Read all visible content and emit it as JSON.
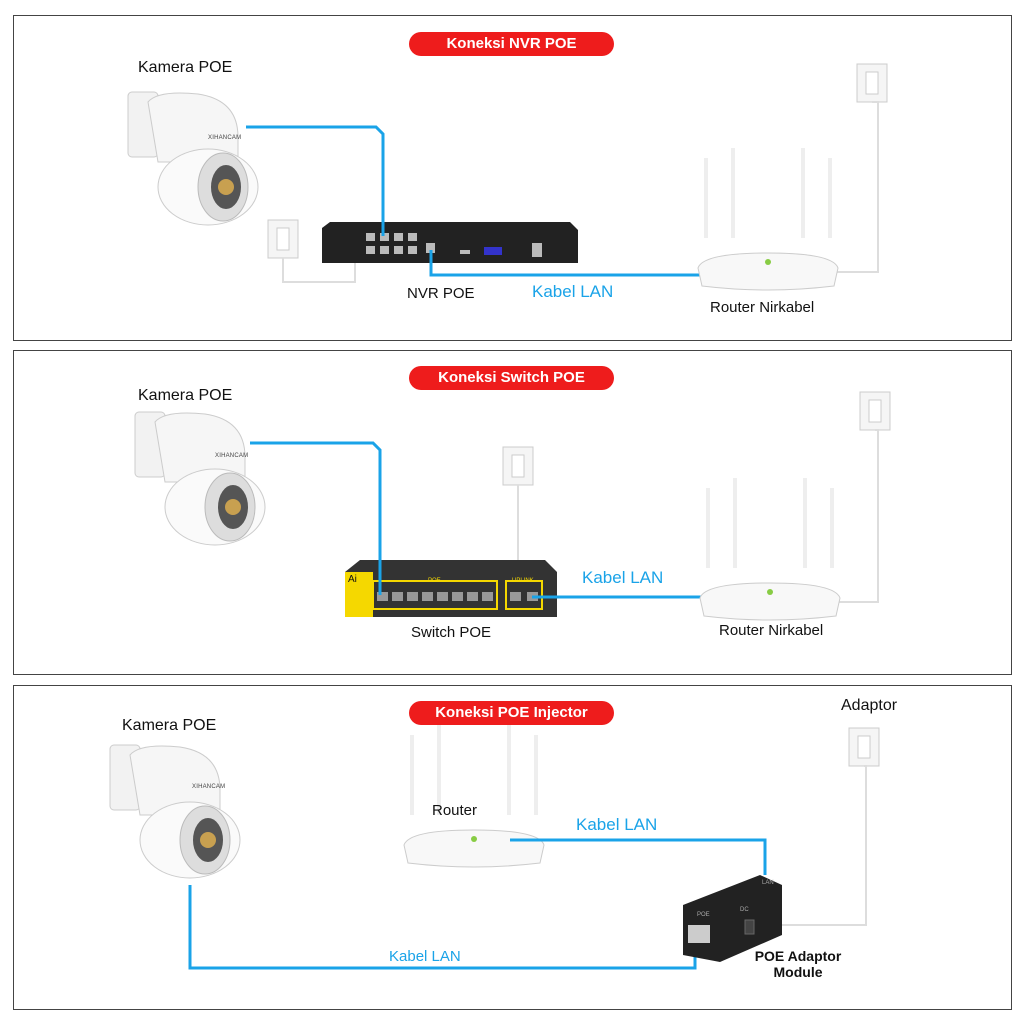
{
  "colors": {
    "title_pill": "#ee1c1c",
    "cable": "#1aa3e8",
    "device_dark": "#222222"
  },
  "panels": [
    {
      "title": "Koneksi NVR POE",
      "camera": "Kamera POE",
      "camera_brand": "XIHANCAM",
      "device": "NVR POE",
      "cable": "Kabel LAN",
      "router": "Router Nirkabel"
    },
    {
      "title": "Koneksi Switch POE",
      "camera": "Kamera POE",
      "camera_brand": "XIHANCAM",
      "device": "Switch POE",
      "cable": "Kabel LAN",
      "router": "Router Nirkabel",
      "switch_poe": "POE",
      "switch_uplink": "UPLINK",
      "switch_logo": "Ai"
    },
    {
      "title": "Koneksi POE Injector",
      "camera": "Kamera POE",
      "camera_brand": "XIHANCAM",
      "router": "Router",
      "cable_top": "Kabel LAN",
      "cable_bottom": "Kabel LAN",
      "adaptor": "Adaptor",
      "module": "POE Adaptor Module",
      "injector_poe": "POE",
      "injector_dc": "DC",
      "injector_lan": "LAN"
    }
  ]
}
